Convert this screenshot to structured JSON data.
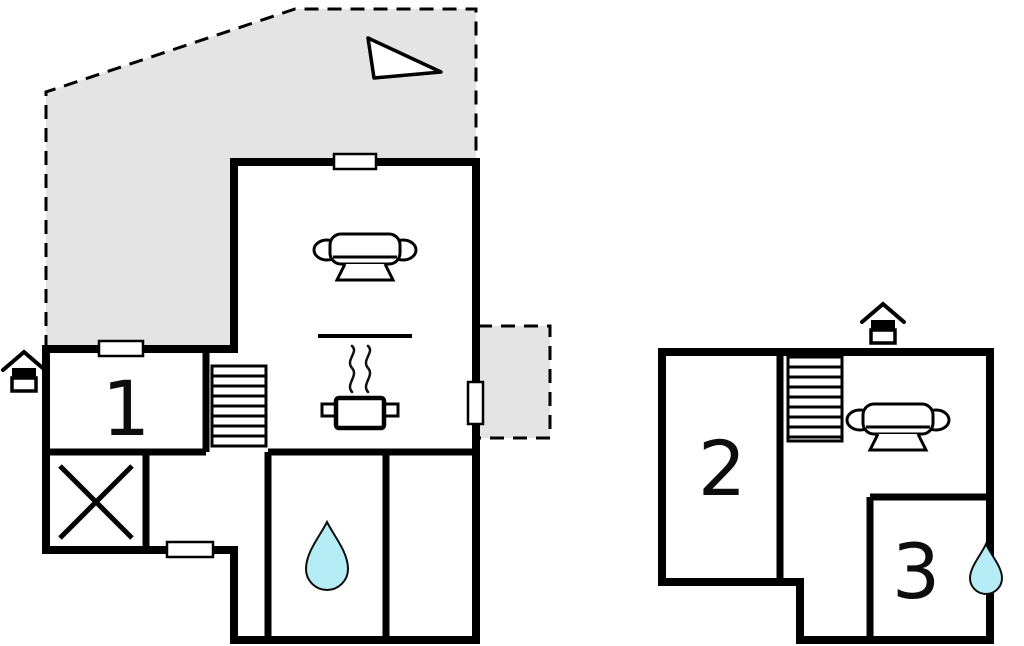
{
  "diagram_type": "floor-plan",
  "colors": {
    "wall": "#000000",
    "terrace_fill": "#e4e4e4",
    "water_drop": "#b5ecf5",
    "background": "#ffffff"
  },
  "ground_floor": {
    "rooms": [
      {
        "id": "room-1",
        "label": "1"
      }
    ],
    "icons": [
      "north-arrow-icon",
      "entrance-house-icon",
      "terrace-dashed-area",
      "side-terrace-dashed-area",
      "stairs-icon",
      "sofa-icon",
      "dining-table-icon",
      "stove-pot-icon",
      "water-drop-icon",
      "crossed-area-icon",
      "window-marker"
    ]
  },
  "upper_floor": {
    "rooms": [
      {
        "id": "room-2",
        "label": "2"
      },
      {
        "id": "room-3",
        "label": "3"
      }
    ],
    "icons": [
      "entrance-house-icon",
      "stairs-icon",
      "sofa-icon",
      "water-drop-icon"
    ]
  }
}
